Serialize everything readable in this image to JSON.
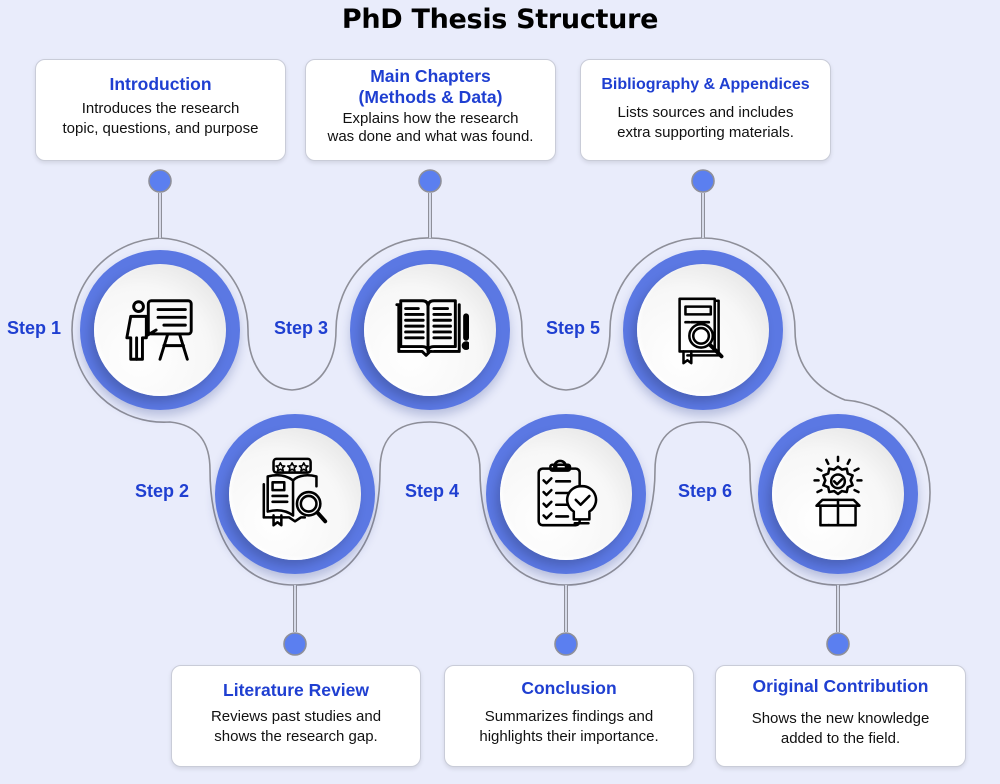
{
  "title": "PhD Thesis Structure",
  "colors": {
    "background": "#e9ecfb",
    "accent": "#5b78e3",
    "heading": "#1f3fd1",
    "connector": "#8e8f99"
  },
  "steps": [
    {
      "label": "Step 1",
      "title": "Introduction",
      "description_lines": [
        "Introduces the research",
        "topic, questions, and purpose"
      ],
      "icon": "presentation-icon",
      "card_position": "top"
    },
    {
      "label": "Step 2",
      "title": "Literature Review",
      "description_lines": [
        "Reviews past studies and",
        "shows the research gap."
      ],
      "icon": "book-review-icon",
      "card_position": "bottom"
    },
    {
      "label": "Step 3",
      "title_lines": [
        "Main Chapters",
        "(Methods & Data)"
      ],
      "title": "Main Chapters (Methods & Data)",
      "description_lines": [
        "Explains how the research",
        "was done and what was found."
      ],
      "icon": "open-book-icon",
      "card_position": "top"
    },
    {
      "label": "Step 4",
      "title": "Conclusion",
      "description_lines": [
        "Summarizes findings and",
        "highlights their importance."
      ],
      "icon": "checklist-bulb-icon",
      "card_position": "bottom"
    },
    {
      "label": "Step 5",
      "title": "Bibliography & Appendices",
      "description_lines": [
        "Lists sources and includes",
        "extra supporting materials."
      ],
      "icon": "book-search-icon",
      "card_position": "top"
    },
    {
      "label": "Step 6",
      "title": "Original Contribution",
      "description_lines": [
        "Shows the new knowledge",
        "added to the field."
      ],
      "icon": "box-badge-icon",
      "card_position": "bottom"
    }
  ]
}
